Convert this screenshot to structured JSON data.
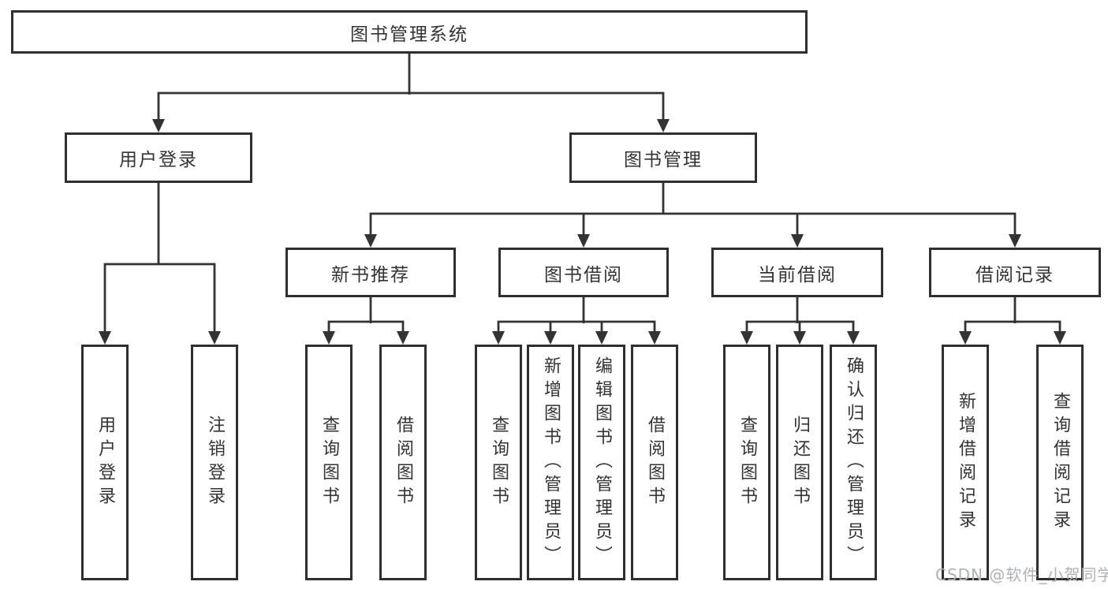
{
  "colors": {
    "line": "#333333",
    "box_border": "#2f2f2f",
    "text": "#333333",
    "background": "#ffffff",
    "watermark": "#aeb1b6"
  },
  "root": {
    "label": "图书管理系统"
  },
  "branches": {
    "user_login": {
      "label": "用户登录",
      "children": [
        {
          "label": "用户登录"
        },
        {
          "label": "注销登录"
        }
      ]
    },
    "book_mgmt": {
      "label": "图书管理",
      "sections": [
        {
          "label": "新书推荐",
          "children": [
            {
              "label": "查询图书"
            },
            {
              "label": "借阅图书"
            }
          ]
        },
        {
          "label": "图书借阅",
          "children": [
            {
              "label": "查询图书"
            },
            {
              "label": "新增图书（管理员）"
            },
            {
              "label": "编辑图书（管理员）"
            },
            {
              "label": "借阅图书"
            }
          ]
        },
        {
          "label": "当前借阅",
          "children": [
            {
              "label": "查询图书"
            },
            {
              "label": "归还图书"
            },
            {
              "label": "确认归还（管理员）"
            }
          ]
        },
        {
          "label": "借阅记录",
          "children": [
            {
              "label": "新增借阅记录"
            },
            {
              "label": "查询借阅记录"
            }
          ]
        }
      ]
    }
  },
  "watermark": {
    "text": "CSDN @软件_小贺同学"
  }
}
